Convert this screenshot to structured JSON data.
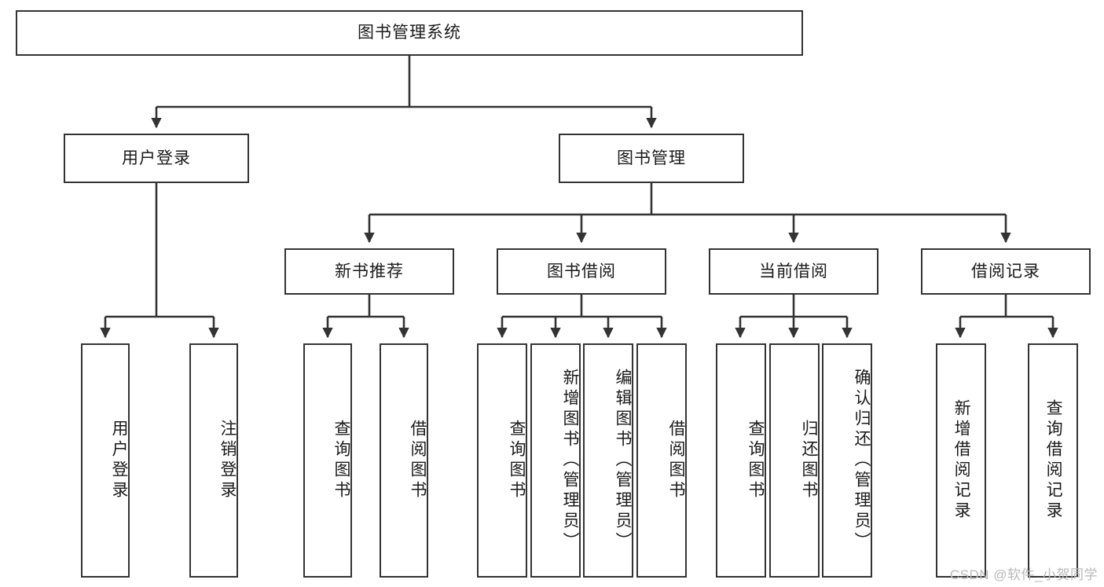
{
  "diagram": {
    "title": "图书管理系统",
    "type": "hierarchy-tree",
    "watermark": "CSDN @软件_小贺同学",
    "colors": {
      "node_border": "#333333",
      "node_fill": "#ffffff",
      "edge": "#333333",
      "text": "#1a1a1a",
      "watermark": "#b9b9b9"
    },
    "root": {
      "label": "图书管理系统"
    },
    "level2": [
      {
        "label": "用户登录"
      },
      {
        "label": "图书管理"
      }
    ],
    "level3": [
      {
        "label": "新书推荐"
      },
      {
        "label": "图书借阅"
      },
      {
        "label": "当前借阅"
      },
      {
        "label": "借阅记录"
      }
    ],
    "leaves": {
      "user_login": [
        {
          "label": "用户登录"
        },
        {
          "label": "注销登录"
        }
      ],
      "new_book_recommend": [
        {
          "label": "查询图书"
        },
        {
          "label": "借阅图书"
        }
      ],
      "book_borrow": [
        {
          "label": "查询图书"
        },
        {
          "label": "新增图书（管理员）"
        },
        {
          "label": "编辑图书（管理员）"
        },
        {
          "label": "借阅图书"
        }
      ],
      "current_borrow": [
        {
          "label": "查询图书"
        },
        {
          "label": "归还图书"
        },
        {
          "label": "确认归还（管理员）"
        }
      ],
      "borrow_record": [
        {
          "label": "新增借阅记录"
        },
        {
          "label": "查询借阅记录"
        }
      ]
    }
  }
}
